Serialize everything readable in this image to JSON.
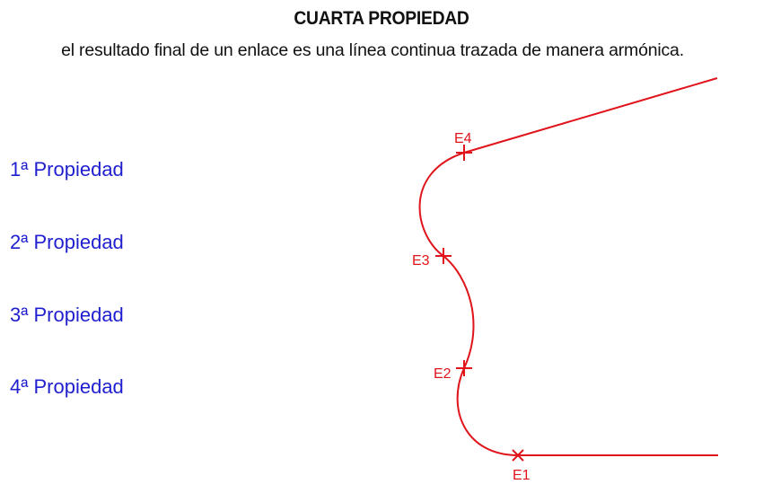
{
  "header": {
    "title": "CUARTA PROPIEDAD",
    "subtitle": "el resultado final de un enlace es una línea continua trazada de manera armónica."
  },
  "nav": {
    "items": [
      {
        "label": "1ª Propiedad"
      },
      {
        "label": "2ª Propiedad"
      },
      {
        "label": "3ª Propiedad"
      },
      {
        "label": "4ª Propiedad"
      }
    ]
  },
  "diagram": {
    "points": [
      {
        "label": "E1"
      },
      {
        "label": "E2"
      },
      {
        "label": "E3"
      },
      {
        "label": "E4"
      }
    ]
  },
  "colors": {
    "nav_text": "#1f1fcf",
    "diagram": "#e0141b",
    "text": "#111111"
  }
}
